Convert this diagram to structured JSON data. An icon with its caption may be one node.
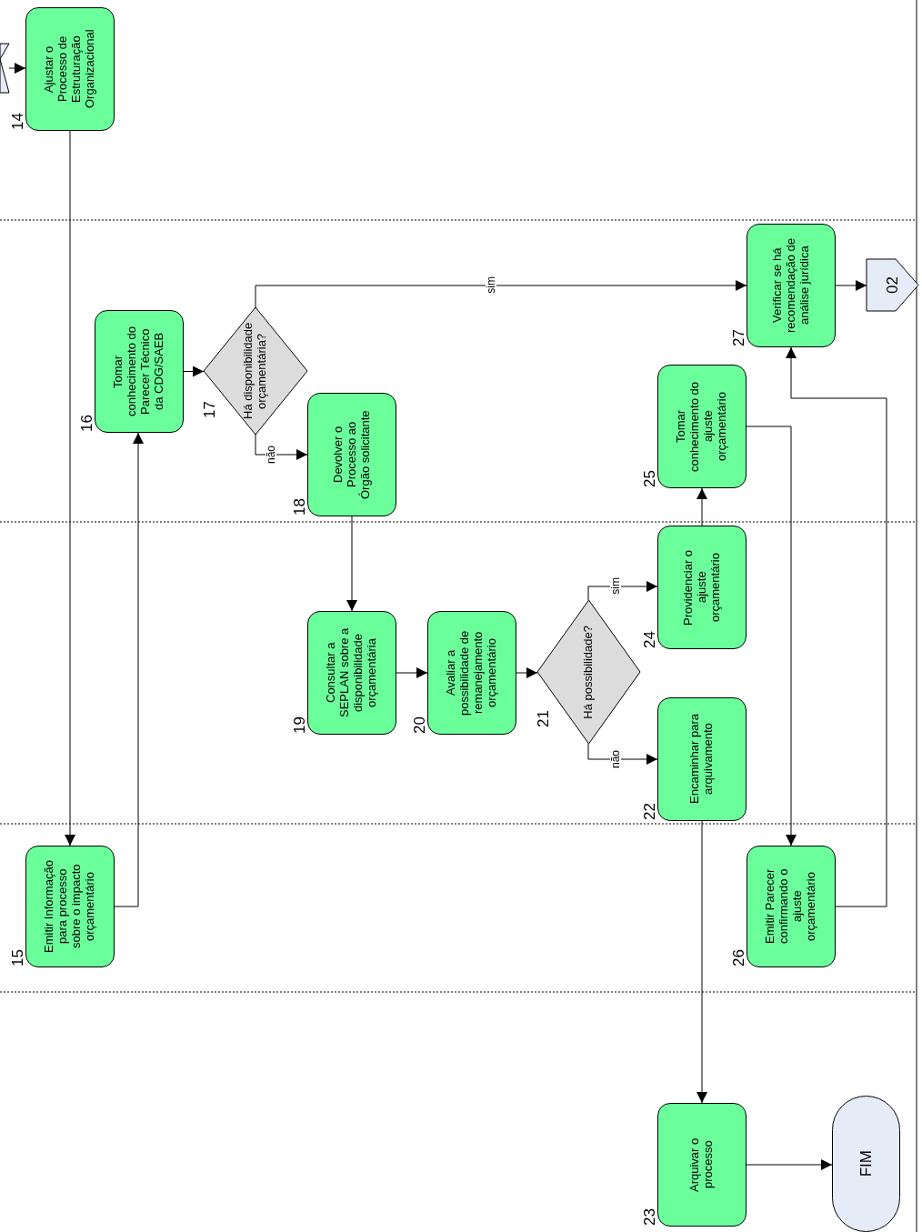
{
  "diagram": {
    "nodes": [
      {
        "text": [],
        "shape": "pentagon"
      },
      {
        "text": [
          "Ajustar o Processo de Estruturação Organizacional"
        ],
        "beside": [
          "14"
        ]
      },
      {
        "text": [
          "Emitir Informação para processo sobre o impacto orçamentário"
        ],
        "beside": [
          "15"
        ]
      },
      {
        "text": [
          "Tomar conhecimento do Parecer Técnico da CDG/SAEB"
        ],
        "beside": [
          "16"
        ]
      },
      {
        "text": [
          "Há disponibilidade orçamentária?"
        ],
        "beside": [
          "17"
        ]
      },
      {
        "text": [
          "Devolver o Processo ao Órgão solicitante"
        ],
        "beside": [
          "18"
        ]
      },
      {
        "text": [
          "Consultar a SEPLAN sobre a disponibilidade orçamentária"
        ],
        "beside": [
          "19"
        ]
      },
      {
        "text": [
          "Avaliar a possibilidade de remanejamento orçamentário"
        ],
        "beside": [
          "20"
        ]
      },
      {
        "text": [
          "Há possibilidade?"
        ],
        "beside": [
          "21"
        ]
      },
      {
        "text": [
          "Encaminhar para arquivamento"
        ],
        "beside": [
          "22"
        ]
      },
      {
        "text": [
          "Arquivar o processo"
        ],
        "beside": [
          "23"
        ]
      },
      {
        "text": [
          "Providenciar o ajuste orçamentário"
        ],
        "beside": [
          "24"
        ]
      },
      {
        "text": [
          "Tomar conhecimento do ajuste orçamentário"
        ],
        "beside": [
          "25"
        ]
      },
      {
        "text": [
          "Emitir Parecer confirmando o ajuste orçamentário"
        ],
        "beside": [
          "26"
        ]
      },
      {
        "text": [
          "Verificar se há recomendação de análise jurídica"
        ],
        "beside": [
          "27"
        ]
      },
      {
        "text": [
          "02"
        ]
      },
      {
        "text": [
          "FIM"
        ]
      }
    ],
    "edges": [
      {
        "from": 0,
        "to": 1,
        "arrow": "to"
      },
      {
        "from": 1,
        "to": 2,
        "arrow": "to"
      },
      {
        "from": 2,
        "to": 3,
        "arrow": "to"
      },
      {
        "from": 3,
        "to": 4,
        "arrow": "to"
      },
      {
        "from": 4,
        "to": 14,
        "arrow": "to",
        "label": "sim"
      },
      {
        "from": 4,
        "to": 5,
        "arrow": "to",
        "label": "não"
      },
      {
        "from": 5,
        "to": 6,
        "arrow": "to"
      },
      {
        "from": 6,
        "to": 7,
        "arrow": "to"
      },
      {
        "from": 7,
        "to": 8,
        "arrow": "to"
      },
      {
        "from": 8,
        "to": 11,
        "arrow": "to",
        "label": "sim"
      },
      {
        "from": 8,
        "to": 9,
        "arrow": "to",
        "label": "não"
      },
      {
        "from": 11,
        "to": 12,
        "arrow": "to"
      },
      {
        "from": 12,
        "to": 13,
        "arrow": "to"
      },
      {
        "from": 13,
        "to": 14,
        "arrow": "to"
      },
      {
        "from": 14,
        "to": 15,
        "arrow": "to"
      },
      {
        "from": 9,
        "to": 10,
        "arrow": "to"
      },
      {
        "from": 10,
        "to": 16,
        "arrow": "to"
      }
    ]
  }
}
